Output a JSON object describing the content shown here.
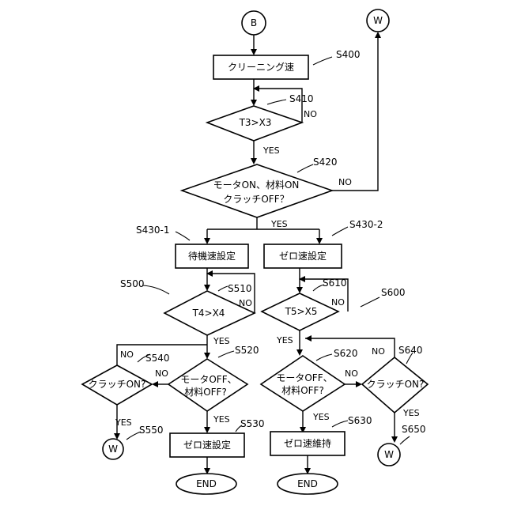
{
  "connectors": {
    "start_b": "B",
    "end_w_top": "W",
    "w_left": "W",
    "w_right": "W"
  },
  "boxes": {
    "cleaning_speed": "クリーニング速",
    "standby_speed_setting": "待機速設定",
    "zero_speed_setting_mid": "ゼロ速設定",
    "zero_speed_setting_left": "ゼロ速設定",
    "zero_speed_maintain": "ゼロ速維持"
  },
  "decisions": {
    "t3_x3": "T3>X3",
    "motor_material_clutch_line1": "モータON、材料ON",
    "motor_material_clutch_line2": "クラッチOFF？",
    "t4_x4": "T4>X4",
    "t5_x5": "T5>X5",
    "clutch_on_left": "クラッチON?",
    "motor_material_off_left_line1": "モータOFF、",
    "motor_material_off_left_line2": "材料OFF?",
    "motor_material_off_right_line1": "モータOFF、",
    "motor_material_off_right_line2": "材料OFF?",
    "clutch_on_right": "クラッチON?"
  },
  "terminals": {
    "end_left": "END",
    "end_right": "END"
  },
  "steps": {
    "s400": "S400",
    "s410": "S410",
    "s420": "S420",
    "s430_1": "S430-1",
    "s430_2": "S430-2",
    "s500": "S500",
    "s510": "S510",
    "s520": "S520",
    "s530": "S530",
    "s540": "S540",
    "s550": "S550",
    "s600": "S600",
    "s610": "S610",
    "s620": "S620",
    "s630": "S630",
    "s640": "S640",
    "s650": "S650"
  },
  "branch_labels": {
    "s410_no": "NO",
    "s410_yes": "YES",
    "s420_no": "NO",
    "s420_yes": "YES",
    "s510_no": "NO",
    "s510_yes": "YES",
    "s610_no": "NO",
    "s610_yes": "YES",
    "s540_no": "NO",
    "s540_yes": "YES",
    "s520_no": "NO",
    "s520_yes": "YES",
    "s620_no": "NO",
    "s620_yes": "YES",
    "s640_no": "NO",
    "s640_yes": "YES"
  }
}
